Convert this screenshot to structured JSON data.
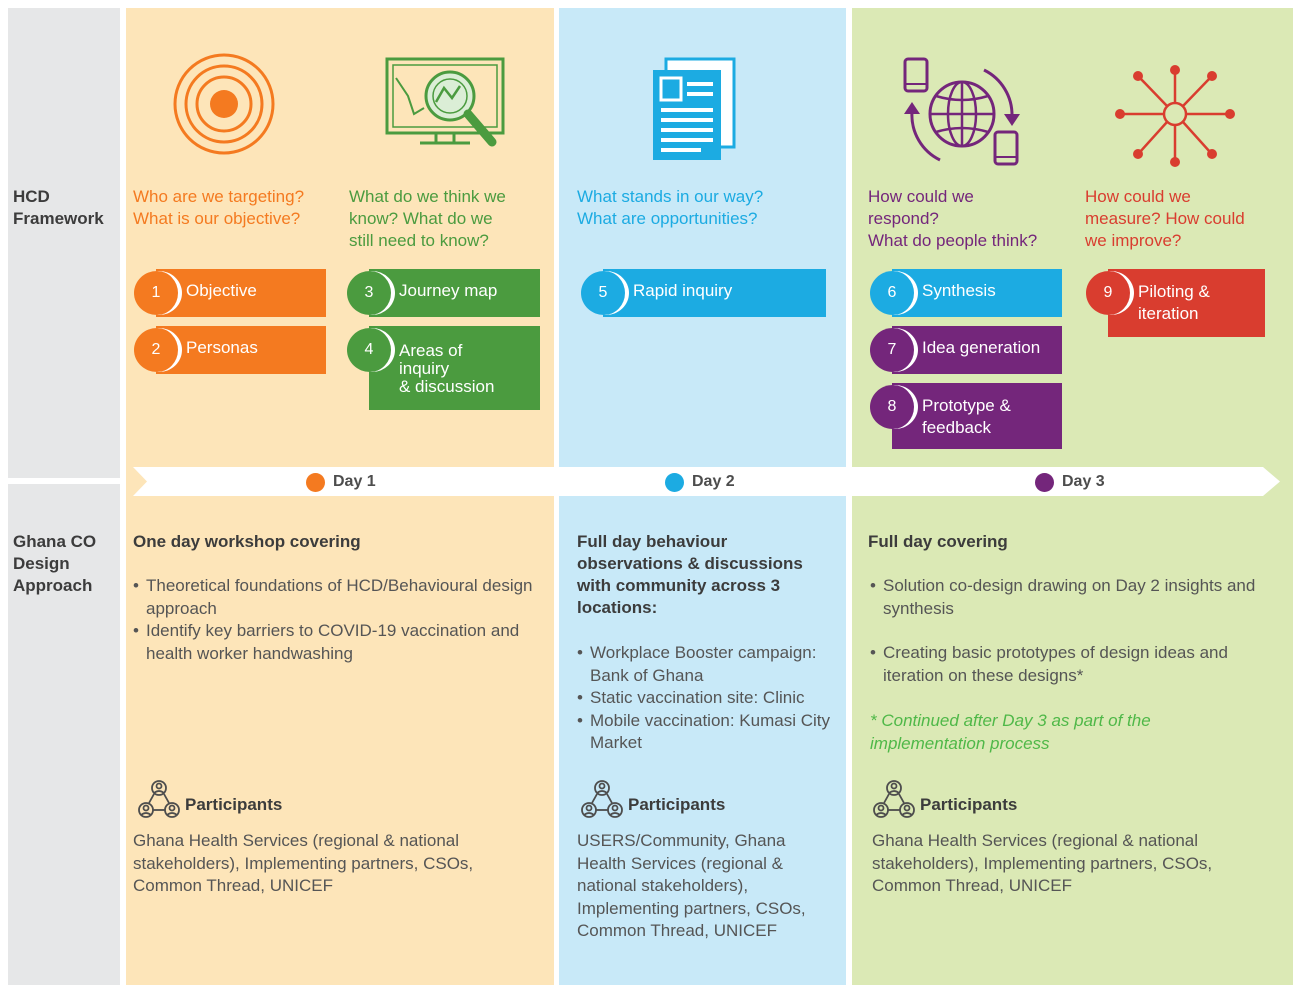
{
  "colors": {
    "orange": "#f47a20",
    "green": "#4b9b3f",
    "blue": "#1cabe2",
    "purple": "#74267b",
    "red": "#d93d2f",
    "day1_bg": "#fde5b9",
    "day2_bg": "#c8e9f8",
    "day3_bg": "#dbe9b5"
  },
  "side": {
    "hcd_label": "HCD\nFramework",
    "ghana_label": "Ghana CO\nDesign\nApproach"
  },
  "questions": {
    "q1": "Who are we targeting?\nWhat is our objective?",
    "q2": "What do we think we\nknow? What do we\nstill need to know?",
    "q3": "What stands in our way?\nWhat are opportunities?",
    "q4": "How could we\nrespond?\nWhat do people think?",
    "q5": "How could we\nmeasure? How could\nwe improve?"
  },
  "icons": [
    "target-icon",
    "magnifier-chart-icon",
    "documents-icon",
    "global-phones-icon",
    "network-icon"
  ],
  "steps": [
    {
      "num": "1",
      "label": "Objective"
    },
    {
      "num": "2",
      "label": "Personas"
    },
    {
      "num": "3",
      "label": "Journey map"
    },
    {
      "num": "4",
      "label": "Areas of\ninquiry\n& discussion"
    },
    {
      "num": "5",
      "label": "Rapid inquiry"
    },
    {
      "num": "6",
      "label": "Synthesis"
    },
    {
      "num": "7",
      "label": "Idea generation"
    },
    {
      "num": "8",
      "label": "Prototype &\nfeedback"
    },
    {
      "num": "9",
      "label": "Piloting &\niteration"
    }
  ],
  "days": [
    "Day 1",
    "Day 2",
    "Day 3"
  ],
  "day1": {
    "heading": "One day workshop covering",
    "bullets": [
      "Theoretical foundations of HCD/Behavioural design approach",
      "Identify key barriers to COVID-19 vaccination and health worker handwashing"
    ],
    "participants_title": "Participants",
    "participants": "Ghana Health Services (regional & national\nstakeholders), Implementing partners, CSOs,\nCommon Thread, UNICEF"
  },
  "day2": {
    "heading": "Full day behaviour\nobservations & discussions\nwith community across 3\nlocations:",
    "bullets": [
      "Workplace Booster campaign: Bank of Ghana",
      "Static vaccination site: Clinic",
      "Mobile vaccination: Kumasi City Market"
    ],
    "participants_title": "Participants",
    "participants": "USERS/Community, Ghana\nHealth Services (regional &\nnational stakeholders),\nImplementing partners, CSOs,\nCommon Thread, UNICEF"
  },
  "day3": {
    "heading": "Full day covering",
    "bullets": [
      "Solution co-design drawing on Day 2 insights and synthesis",
      "Creating basic prototypes of design ideas and iteration on these designs*"
    ],
    "note": "* Continued after Day 3 as part of the\n  implementation process",
    "participants_title": "Participants",
    "participants": "Ghana Health Services (regional & national\nstakeholders), Implementing partners, CSOs,\nCommon Thread, UNICEF"
  }
}
